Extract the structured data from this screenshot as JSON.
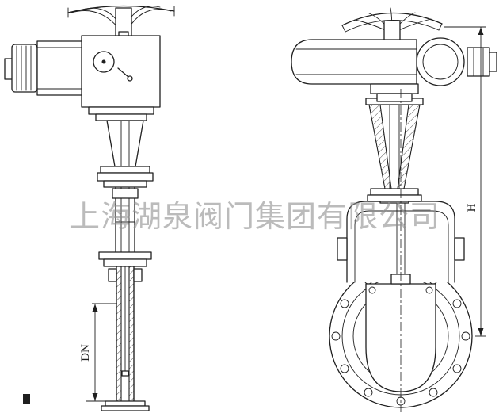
{
  "drawing": {
    "watermark": "上海湖泉阀门集团有限公司",
    "dimensions": {
      "dn": "DN",
      "h": "H"
    },
    "colors": {
      "line": "#1f1f1f",
      "background": "#ffffff",
      "watermark": "#8f8f8f"
    }
  }
}
